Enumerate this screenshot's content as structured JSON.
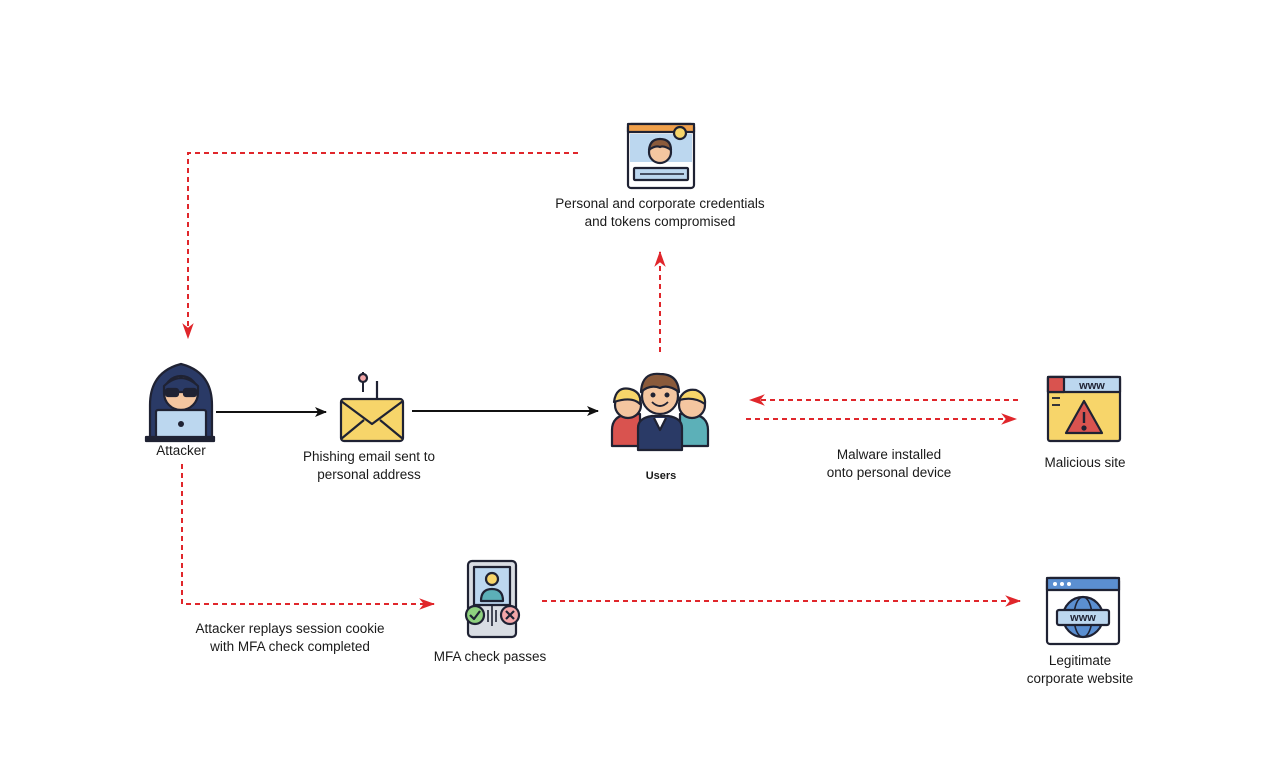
{
  "colors": {
    "arrow_solid": "#111111",
    "arrow_dashed": "#e0262b",
    "outline": "#1f2233",
    "yellow": "#f7d56a",
    "navy": "#2a3a66",
    "light_blue": "#bcd7ef",
    "skin": "#f4c6a0",
    "pink": "#f3a6a8",
    "green": "#8fd17f"
  },
  "nodes": {
    "attacker": {
      "label": "Attacker",
      "icon": "hacker-icon"
    },
    "phishing_email": {
      "label_line1": "Phishing email sent to",
      "label_line2": "personal address",
      "icon": "phishing-envelope-icon"
    },
    "users": {
      "label": "Users",
      "icon": "users-group-icon"
    },
    "credentials": {
      "label_line1": "Personal and corporate credentials",
      "label_line2": "and tokens compromised",
      "icon": "id-card-icon"
    },
    "malicious_site": {
      "label": "Malicious site",
      "icon": "malicious-browser-icon",
      "url_text": "www"
    },
    "malware_note": {
      "label_line1": "Malware installed",
      "label_line2": "onto personal device"
    },
    "replay_note": {
      "label_line1": "Attacker replays session cookie",
      "label_line2": "with MFA check completed"
    },
    "mfa": {
      "label": "MFA check passes",
      "icon": "mfa-phone-icon"
    },
    "legit_site": {
      "label_line1": "Legitimate",
      "label_line2": "corporate website",
      "icon": "globe-browser-icon",
      "url_text": "www"
    }
  }
}
